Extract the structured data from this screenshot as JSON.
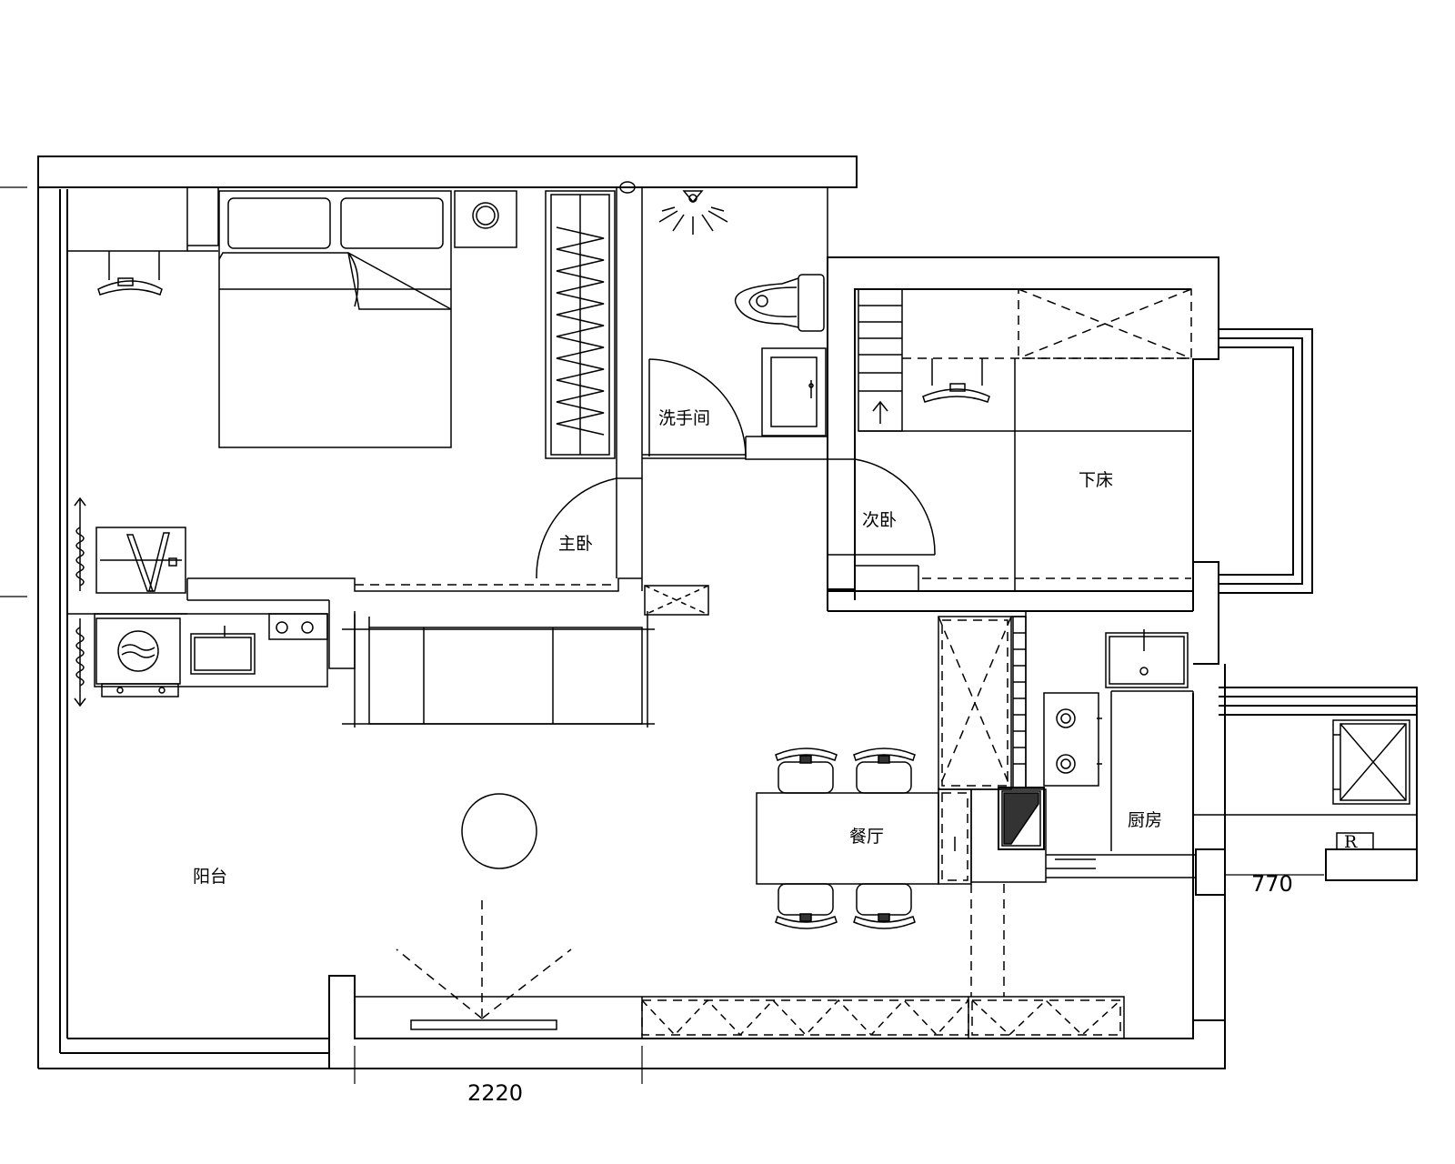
{
  "rooms": {
    "balcony": "阳台",
    "master_bedroom": "主卧",
    "washroom": "洗手间",
    "second_bedroom": "次卧",
    "bed_below": "下床",
    "dining_room": "餐厅",
    "kitchen": "厨房"
  },
  "dimensions": {
    "right_width": "770",
    "bottom_width": "2220"
  },
  "fridge_mark": "R",
  "colors": {
    "line": "#000000",
    "background": "#ffffff",
    "fill_dark": "#333333"
  }
}
